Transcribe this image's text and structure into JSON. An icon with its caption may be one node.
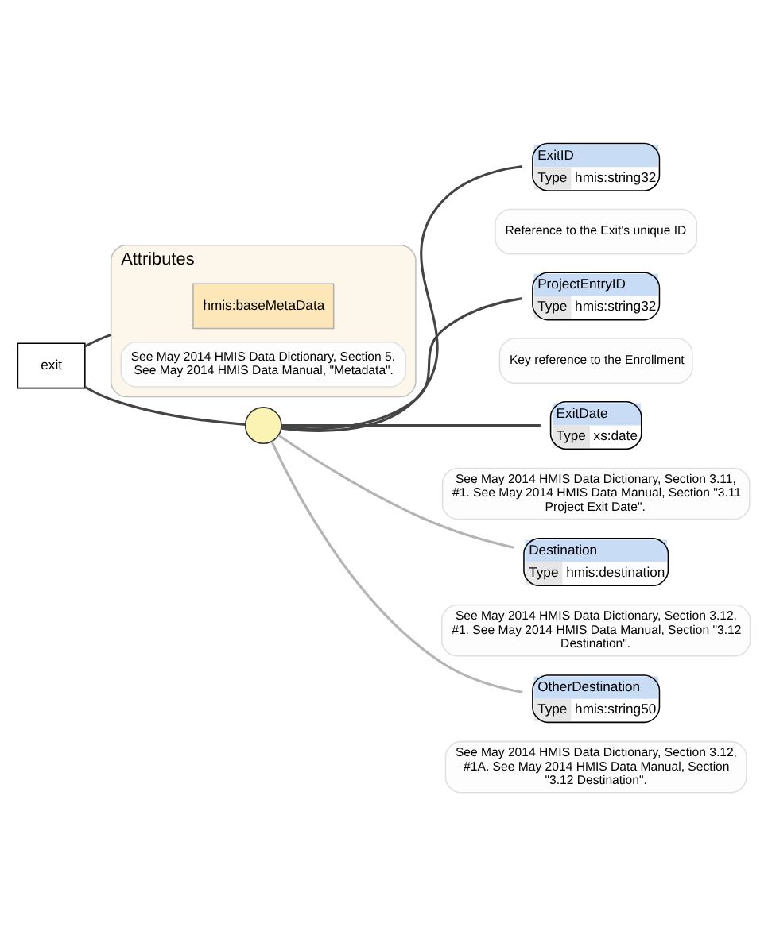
{
  "diagram": {
    "nodes": [
      {
        "text": [
          "exit"
        ]
      },
      {
        "text": [
          "Attributes"
        ]
      },
      {
        "text": [
          "hmis:baseMetaData"
        ],
        "in": 1
      },
      {
        "text": [
          "See May 2014 HMIS Data Dictionary, Section 5. See May 2014 HMIS Data Manual, \"Metadata\"."
        ],
        "in": 1
      },
      {
        "text": [],
        "shape": "circle"
      },
      {
        "text": [
          "ExitID",
          "Type",
          "hmis:string32"
        ]
      },
      {
        "text": [
          "Reference to the Exit's unique ID"
        ]
      },
      {
        "text": [
          "ProjectEntryID",
          "Type",
          "hmis:string32"
        ]
      },
      {
        "text": [
          "Key reference to the Enrollment"
        ]
      },
      {
        "text": [
          "ExitDate",
          "Type",
          "xs:date"
        ]
      },
      {
        "text": [
          "See May 2014 HMIS Data Dictionary, Section 3.11, #1. See May 2014 HMIS Data Manual, Section \"3.11 Project Exit Date\"."
        ]
      },
      {
        "text": [
          "Destination",
          "Type",
          "hmis:destination"
        ]
      },
      {
        "text": [
          "See May 2014 HMIS Data Dictionary, Section 3.12, #1. See May 2014 HMIS Data Manual, Section \"3.12 Destination\"."
        ]
      },
      {
        "text": [
          "OtherDestination",
          "Type",
          "hmis:string50"
        ]
      },
      {
        "text": [
          "See May 2014 HMIS Data Dictionary, Section 3.12, #1A. See May 2014 HMIS Data Manual, Section \"3.12 Destination\"."
        ]
      }
    ],
    "edges": [
      {
        "from": 0,
        "to": 1,
        "arrow": "none"
      },
      {
        "from": 0,
        "to": 4,
        "arrow": "none"
      },
      {
        "from": 4,
        "to": 5,
        "arrow": "none"
      },
      {
        "from": 4,
        "to": 7,
        "arrow": "none"
      },
      {
        "from": 4,
        "to": 9,
        "arrow": "none"
      },
      {
        "from": 4,
        "to": 11,
        "arrow": "none",
        "color": "#b4b4b4"
      },
      {
        "from": 4,
        "to": 13,
        "arrow": "none",
        "color": "#b4b4b4"
      }
    ]
  }
}
